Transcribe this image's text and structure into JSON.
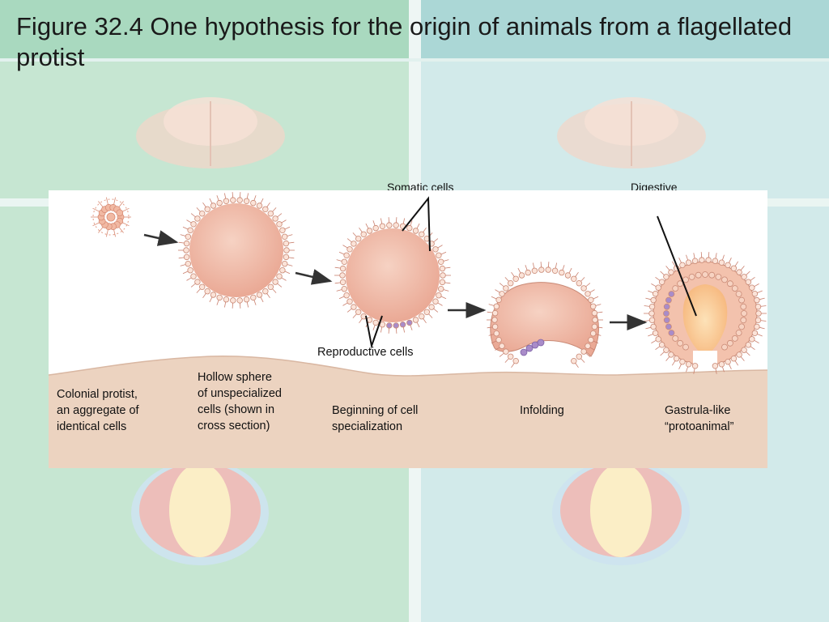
{
  "slide": {
    "title": "Figure 32.4 One hypothesis for the origin of animals from a flagellated protist"
  },
  "diagram": {
    "callouts": {
      "somatic": "Somatic cells",
      "digestive": "Digestive\ncavity",
      "reproductive": "Reproductive cells"
    },
    "stages": [
      {
        "id": "colonial",
        "label": "Colonial protist,\nan aggregate of\nidentical cells"
      },
      {
        "id": "hollow",
        "label": "Hollow sphere\nof unspecialized\ncells (shown in\ncross section)"
      },
      {
        "id": "specialization",
        "label": "Beginning of cell\nspecialization"
      },
      {
        "id": "infolding",
        "label": "Infolding"
      },
      {
        "id": "gastrula",
        "label": "Gastrula-like\n“protoanimal”"
      }
    ],
    "colors": {
      "ground": "#ecd3c0",
      "cell_fill": "#f3c4b0",
      "cell_stroke": "#c98a76",
      "reproductive": "#a98cc9",
      "cavity": "#fbc98e",
      "arrow": "#333333"
    }
  }
}
